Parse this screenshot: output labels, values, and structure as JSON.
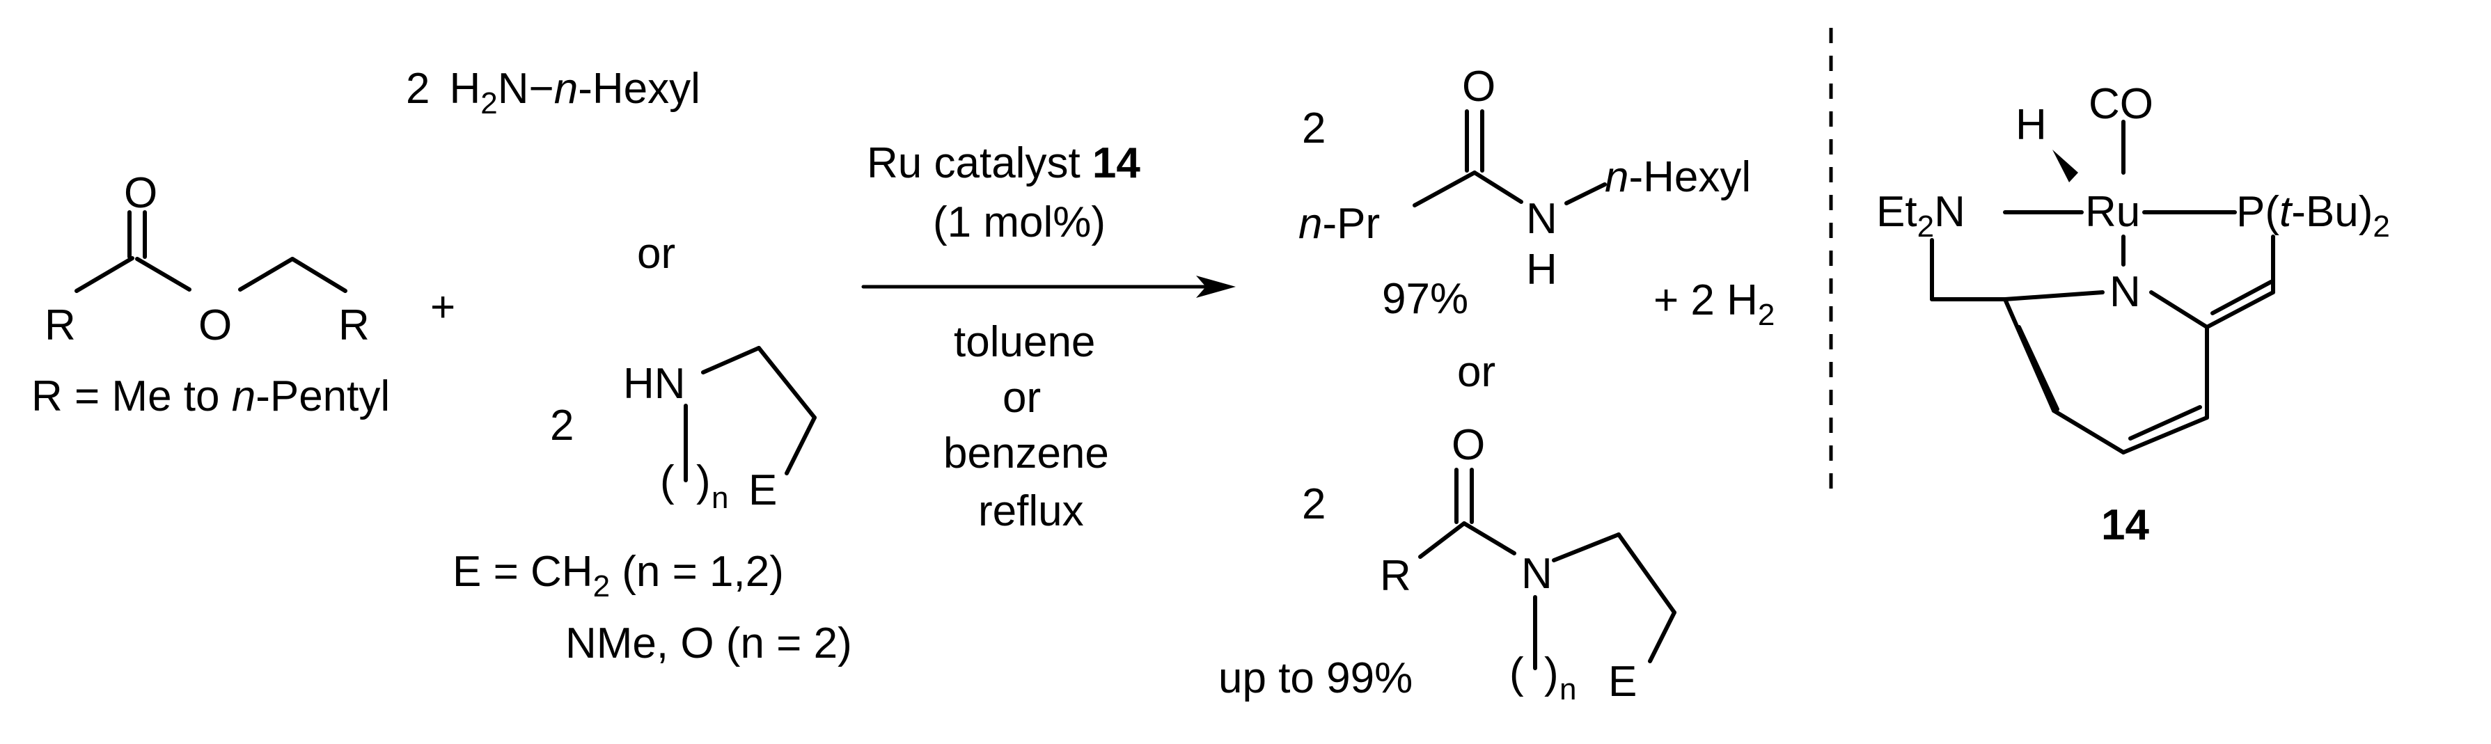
{
  "ester": {
    "r_left": "R",
    "o_carbonyl": "O",
    "o_ether": "O",
    "r_right": "R",
    "r_definition_prefix": "R = Me to ",
    "r_definition_italic": "n",
    "r_definition_suffix": "-Pentyl"
  },
  "plus_sign": "+",
  "amine_primary": {
    "coefficient": "2",
    "h": "H",
    "h_sub": "2",
    "n_dash": "N−",
    "hexyl_italic": "n",
    "hexyl_suffix": "-Hexyl"
  },
  "or_middle": "or",
  "amine_cyclic": {
    "coefficient": "2",
    "hn": "HN",
    "paren_open": "(",
    "paren_close": ")",
    "n_sub": "n",
    "e": "E",
    "def_line1_prefix": "E = CH",
    "def_line1_sub": "2",
    "def_line1_suffix": " (n = 1,2)",
    "def_line2": "NMe, O (n = 2)"
  },
  "conditions": {
    "catalyst_prefix": "Ru catalyst ",
    "catalyst_number": "14",
    "loading": "(1 mol%)",
    "solvent1": "toluene",
    "or": "or",
    "solvent2": "benzene",
    "reflux": "reflux"
  },
  "product_top": {
    "coefficient": "2",
    "o": "O",
    "pr_italic": "n",
    "pr_suffix": "-Pr",
    "n": "N",
    "h": "H",
    "hexyl_italic": "n",
    "hexyl_suffix": "-Hexyl",
    "yield": "97%"
  },
  "hydrogen": {
    "prefix": "+ 2 H",
    "sub": "2"
  },
  "or_products": "or",
  "product_bottom": {
    "coefficient": "2",
    "o": "O",
    "r": "R",
    "n": "N",
    "paren_open": "(",
    "paren_close": ")",
    "n_sub": "n",
    "e": "E",
    "yield": "up to 99%"
  },
  "catalyst": {
    "h": "H",
    "co": "CO",
    "et": "Et",
    "et_sub": "2",
    "et_n": "N",
    "ru": "Ru",
    "p_prefix": "P(",
    "tbu_italic": "t",
    "tbu_suffix": "-Bu)",
    "tbu_sub": "2",
    "n": "N",
    "label": "14"
  }
}
